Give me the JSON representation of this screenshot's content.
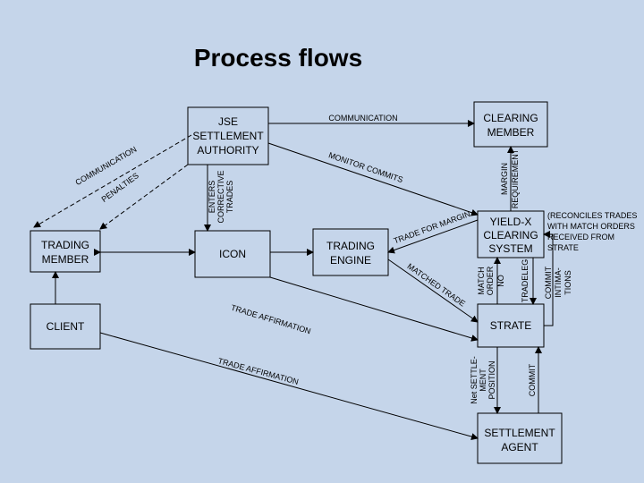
{
  "title": "Process flows",
  "nodes": {
    "jse": [
      "JSE",
      "SETTLEMENT",
      "AUTHORITY"
    ],
    "clearing_member": [
      "CLEARING",
      "MEMBER"
    ],
    "trading_member": [
      "TRADING",
      "MEMBER"
    ],
    "icon": "ICON",
    "trading_engine": [
      "TRADING",
      "ENGINE"
    ],
    "yield_x": [
      "YIELD-X",
      "CLEARING",
      "SYSTEM"
    ],
    "client": "CLIENT",
    "strate": "STRATE",
    "settlement_agent": [
      "SETTLEMENT",
      "AGENT"
    ]
  },
  "edge_labels": {
    "communication_top": "COMMUNICATION",
    "communication_arc": "COMMUNICATION",
    "penalties": "PENALTIES",
    "monitor_commits": "MONITOR COMMITS",
    "enters_corrective_trades": [
      "ENTERS",
      "CORRECTIVE",
      "TRADES"
    ],
    "margin_requirement": [
      "MARGIN",
      "REQUIREMENT"
    ],
    "trade_for_margin": "TRADE FOR MARGIN",
    "matched_trade": "MATCHED TRADE",
    "match_order_no": [
      "MATCH",
      "ORDER",
      "NO"
    ],
    "tradeleg": "TRADELEG",
    "commit_intimations": [
      "COMMIT",
      "INTIMA-",
      "TIONS"
    ],
    "trade_affirmation_1": "TRADE AFFIRMATION",
    "trade_affirmation_2": "TRADE AFFIRMATION",
    "net_settlement_position": [
      "Net SETTLE-",
      "MENT",
      "POSITION"
    ],
    "commit": "COMMIT"
  },
  "note": [
    "(RECONCILES TRADES",
    "WITH MATCH ORDERS",
    "RECEIVED FROM",
    "STRATE"
  ],
  "colors": {
    "background": "#c5d5ea",
    "stroke": "#000000"
  }
}
